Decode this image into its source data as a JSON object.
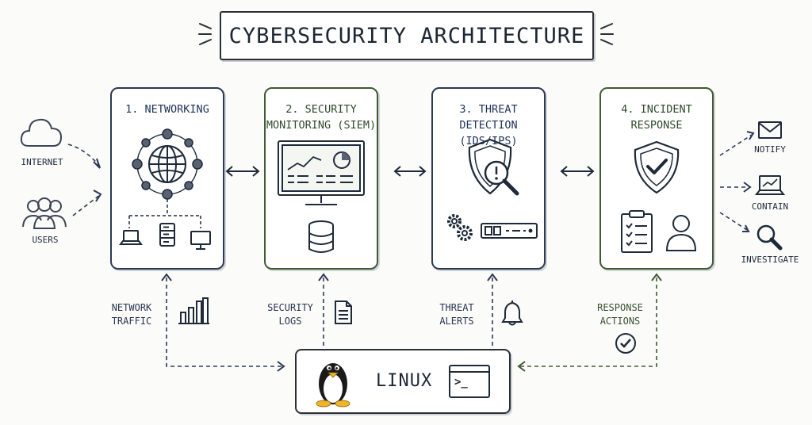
{
  "title": "CYBERSECURITY ARCHITECTURE",
  "panels": [
    {
      "title": "1. NETWORKING"
    },
    {
      "title": "2. SECURITY\nMONITORING (SIEM)"
    },
    {
      "title": "3. THREAT\nDETECTION (IDS/IPS)"
    },
    {
      "title": "4. INCIDENT\nRESPONSE"
    }
  ],
  "inputs": {
    "internet": "INTERNET",
    "users": "USERS"
  },
  "outputs": {
    "notify": "NOTIFY",
    "contain": "CONTAIN",
    "investigate": "INVESTIGATE"
  },
  "flows": [
    {
      "label": "NETWORK\nTRAFFIC"
    },
    {
      "label": "SECURITY\nLOGS"
    },
    {
      "label": "THREAT\nALERTS"
    },
    {
      "label": "RESPONSE\nACTIONS"
    }
  ],
  "base": {
    "label": "LINUX",
    "terminal_prompt": ">_"
  },
  "colors": {
    "blue": "#2d3a55",
    "green": "#405a35",
    "ink": "#1e2a3a"
  },
  "icons": [
    "cloud-icon",
    "users-icon",
    "globe-network-icon",
    "laptop-icon",
    "server-icon",
    "monitor-icon",
    "dashboard-icon",
    "database-icon",
    "shield-alert-icon",
    "magnifier-icon",
    "gears-icon",
    "ids-device-icon",
    "shield-check-icon",
    "clipboard-icon",
    "person-icon",
    "envelope-icon",
    "laptop-chart-icon",
    "search-icon",
    "bar-chart-icon",
    "document-icon",
    "bell-icon",
    "check-circle-icon",
    "penguin-icon",
    "terminal-icon"
  ]
}
